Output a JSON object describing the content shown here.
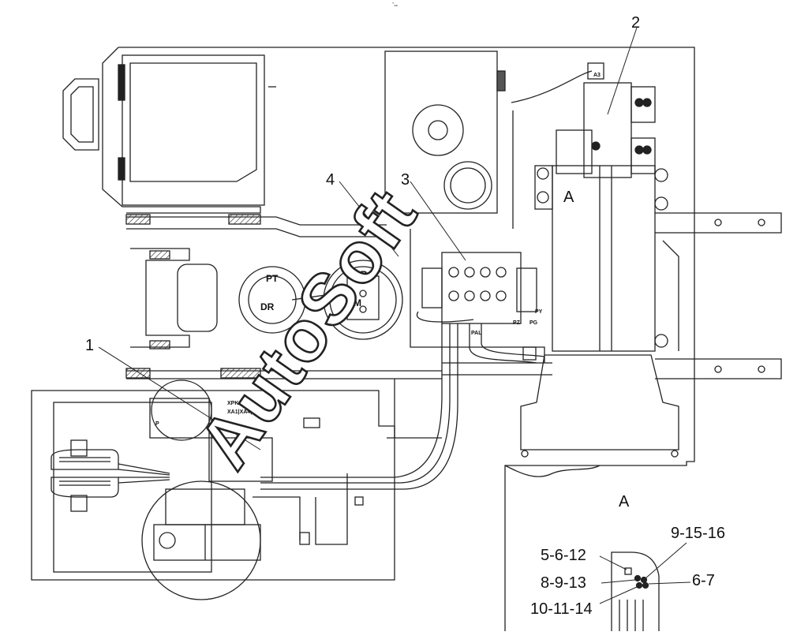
{
  "callouts": {
    "c1": "1",
    "c2": "2",
    "c3": "3",
    "c4": "4",
    "view_a_marker": "A",
    "view_a_title": "A",
    "c5_6_12": "5-6-12",
    "c8_9_13": "8-9-13",
    "c10_11_14": "10-11-14",
    "c9_15_16": "9-15-16",
    "c6_7": "6-7"
  },
  "ports": {
    "pt": "PT",
    "dr_left": "DR",
    "dr_right": "DR",
    "m": "M",
    "a3": "A3",
    "pal": "PAL",
    "pz": "PZ",
    "pg": "PG",
    "py": "PY",
    "p": "P",
    "xpk": "XPK",
    "xa": "XA1|XA4|A1"
  },
  "top_mark": "`--",
  "watermark": "AutoSoft"
}
